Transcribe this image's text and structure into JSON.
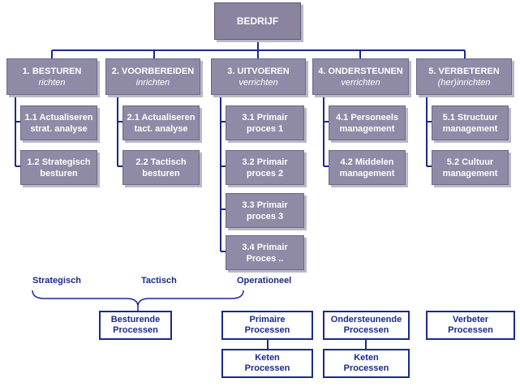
{
  "colors": {
    "box_fill": "#8f8aa6",
    "connector": "#1a2a8c",
    "label_text": "#1a2a8c"
  },
  "top": {
    "label": "BEDRIJF"
  },
  "columns": [
    {
      "title": "1. BESTUREN",
      "sub": "richten",
      "children": [
        [
          "1.1 Actualiseren",
          "strat. analyse"
        ],
        [
          "1.2 Strategisch",
          "besturen"
        ]
      ]
    },
    {
      "title": "2. VOORBEREIDEN",
      "sub": "inrichten",
      "children": [
        [
          "2.1 Actualiseren",
          "tact. analyse"
        ],
        [
          "2.2 Tactisch",
          "besturen"
        ]
      ]
    },
    {
      "title": "3. UITVOEREN",
      "sub": "verrichten",
      "children": [
        [
          "3.1 Primair",
          "proces 1"
        ],
        [
          "3.2 Primair",
          "proces 2"
        ],
        [
          "3.3 Primair",
          "proces 3"
        ],
        [
          "3.4 Primair",
          "Proces .."
        ]
      ]
    },
    {
      "title": "4. ONDERSTEUNEN",
      "sub": "verrichten",
      "children": [
        [
          "4.1 Personeels",
          "management"
        ],
        [
          "4.2 Middelen",
          "management"
        ]
      ]
    },
    {
      "title": "5. VERBETEREN",
      "sub": "(her)inrichten",
      "children": [
        [
          "5.1 Structuur",
          "management"
        ],
        [
          "5.2 Cultuur",
          "management"
        ]
      ]
    }
  ],
  "levels": {
    "strategic": "Strategisch",
    "tactical": "Tactisch",
    "operational": "Operationeel"
  },
  "process_boxes": {
    "besturende": [
      "Besturende",
      "Processen"
    ],
    "primaire": [
      "Primaire",
      "Processen"
    ],
    "keten_1": [
      "Keten",
      "Processen"
    ],
    "ondersteunende": [
      "Ondersteunende",
      "Processen"
    ],
    "keten_2": [
      "Keten",
      "Processen"
    ],
    "verbeter": [
      "Verbeter",
      "Processen"
    ]
  }
}
